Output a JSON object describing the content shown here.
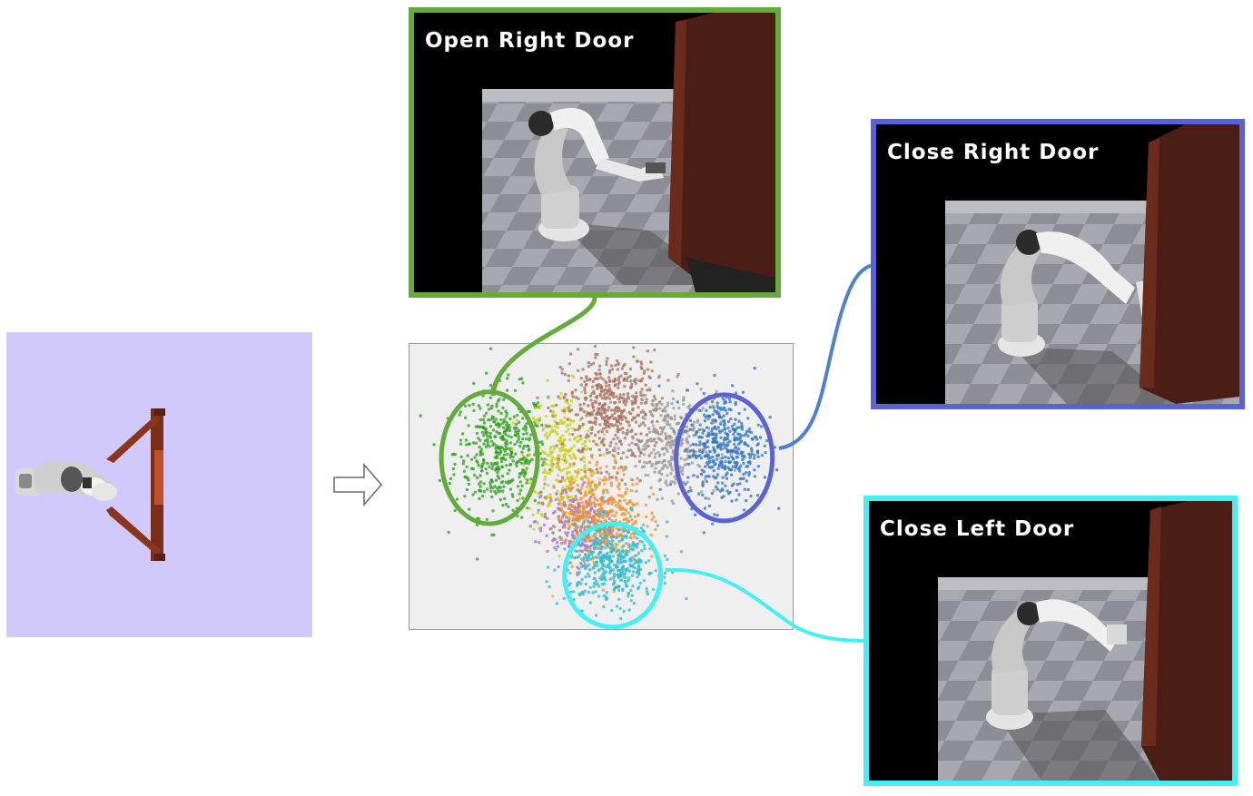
{
  "panels": {
    "open_right": {
      "title": "Open Right Door",
      "color": "#63ab3b"
    },
    "close_right": {
      "title": "Close Right Door",
      "color": "#5a63d6"
    },
    "close_left": {
      "title": "Close Left Door",
      "color": "#45f0f4"
    }
  },
  "icons": {
    "flow": "right-arrow-icon"
  },
  "colors": {
    "input_background": "#d1c8fc",
    "plot_background": "#efefef"
  },
  "chart_data": {
    "type": "scatter",
    "grid": false,
    "legend": "none",
    "clusters": [
      {
        "color": "#2aa21a",
        "center": [
          0.24,
          0.62
        ],
        "spread": [
          0.06,
          0.11
        ],
        "count": 450
      },
      {
        "color": "#c9d11a",
        "center": [
          0.4,
          0.6
        ],
        "spread": [
          0.045,
          0.12
        ],
        "count": 330
      },
      {
        "color": "#a9725e",
        "center": [
          0.53,
          0.77
        ],
        "spread": [
          0.065,
          0.1
        ],
        "count": 520
      },
      {
        "color": "#9a9a9a",
        "center": [
          0.68,
          0.65
        ],
        "spread": [
          0.06,
          0.09
        ],
        "count": 330
      },
      {
        "color": "#2e74c7",
        "center": [
          0.82,
          0.64
        ],
        "spread": [
          0.05,
          0.1
        ],
        "count": 420
      },
      {
        "color": "#a86fd0",
        "center": [
          0.43,
          0.37
        ],
        "spread": [
          0.05,
          0.07
        ],
        "count": 250
      },
      {
        "color": "#f2922a",
        "center": [
          0.5,
          0.4
        ],
        "spread": [
          0.055,
          0.085
        ],
        "count": 430
      },
      {
        "color": "#2fbcd0",
        "center": [
          0.53,
          0.23
        ],
        "spread": [
          0.06,
          0.07
        ],
        "count": 430
      }
    ],
    "highlights": [
      {
        "panel": "Open Right Door",
        "color": "#63ab3b",
        "center": [
          0.21,
          0.6
        ],
        "radius": [
          0.125,
          0.23
        ]
      },
      {
        "panel": "Close Right Door",
        "color": "#5a63d6",
        "center": [
          0.82,
          0.6
        ],
        "radius": [
          0.125,
          0.22
        ]
      },
      {
        "panel": "Close Left Door",
        "color": "#45f0f4",
        "center": [
          0.53,
          0.19
        ],
        "radius": [
          0.125,
          0.18
        ]
      }
    ]
  }
}
